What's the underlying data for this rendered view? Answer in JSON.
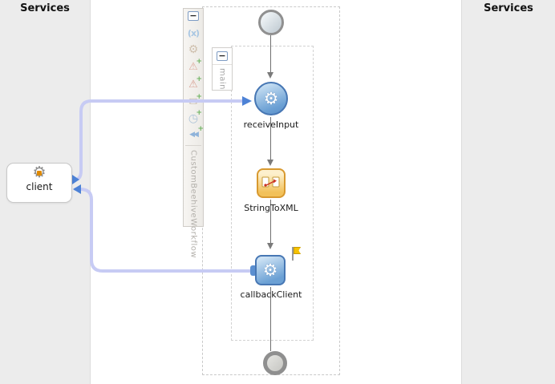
{
  "left_panel": {
    "title": "Services"
  },
  "right_panel": {
    "title": "Services"
  },
  "client_service": {
    "label": "client",
    "icon": "gear-service-icon"
  },
  "palette": {
    "collapse_glyph": "−",
    "plus_badge": "+",
    "items": [
      {
        "name": "variables-icon",
        "glyph": "(x)"
      },
      {
        "name": "gear-icon",
        "glyph": "⚙"
      },
      {
        "name": "add-catch-icon",
        "glyph": "⚠"
      },
      {
        "name": "add-catch-all-icon",
        "glyph": "⚠"
      },
      {
        "name": "add-event-icon",
        "glyph": "✉"
      },
      {
        "name": "add-alarm-icon",
        "glyph": "◷"
      },
      {
        "name": "add-compensation-icon",
        "glyph": "◀◀"
      }
    ],
    "process_name_vertical": "CustomBeehiveWorkflow"
  },
  "scope_tab": {
    "collapse_glyph": "−",
    "label": "main"
  },
  "process_flow": {
    "activities": [
      {
        "id": "start",
        "type": "start-node"
      },
      {
        "id": "receiveInput",
        "type": "receive-activity",
        "label": "receiveInput",
        "glyph": "⚙"
      },
      {
        "id": "StringToXML",
        "type": "transform-activity",
        "label": "StringToXML"
      },
      {
        "id": "callbackClient",
        "type": "invoke-activity",
        "label": "callbackClient",
        "glyph": "⚙",
        "has_flag": true
      },
      {
        "id": "end",
        "type": "end-node"
      }
    ]
  },
  "colors": {
    "panel_bg": "#ececec",
    "canvas_bg": "#ffffff",
    "wire": "#c7cbf4",
    "wire_arrow": "#4d82d6",
    "activity_blue_border": "#4777b4",
    "activity_blue_fill": "#6ba0d4",
    "transform_orange_border": "#d8992f",
    "transform_orange_fill": "#f2c159",
    "flag_yellow": "#f6c200"
  }
}
